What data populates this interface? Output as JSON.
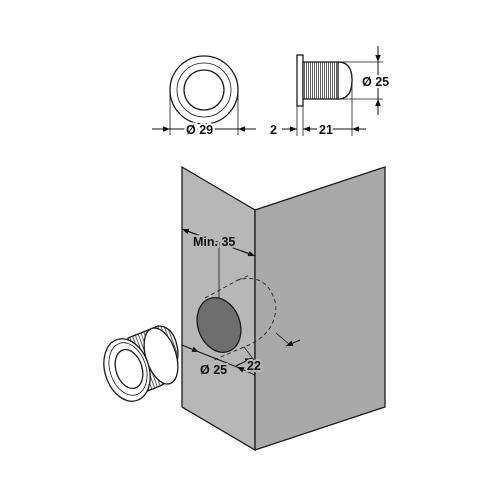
{
  "dimensions": {
    "front_diameter": "Ø 29",
    "side_diameter": "Ø 25",
    "flange_thickness": "2",
    "body_length": "21",
    "min_edge_distance": "Min. 35",
    "bore_diameter": "Ø 25",
    "bore_depth": "22"
  },
  "colors": {
    "panel_front": "#b7b7b7",
    "panel_side": "#a9a9a9",
    "hole": "#6e6e6e",
    "outline": "#1a1a1a"
  }
}
